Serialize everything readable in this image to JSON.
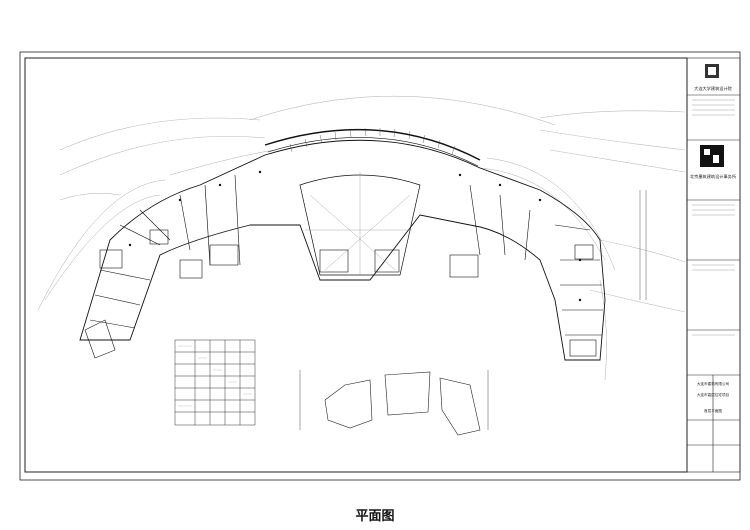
{
  "caption": "平面图",
  "title_block": {
    "firm_1": "大连大学建筑设计院",
    "firm_2": "北京墨筑建筑设计事务所",
    "project_line_1": "大连市建筑有限公司",
    "project_line_2": "大连市高层住宅项目",
    "drawing_name": "首层平面图"
  }
}
